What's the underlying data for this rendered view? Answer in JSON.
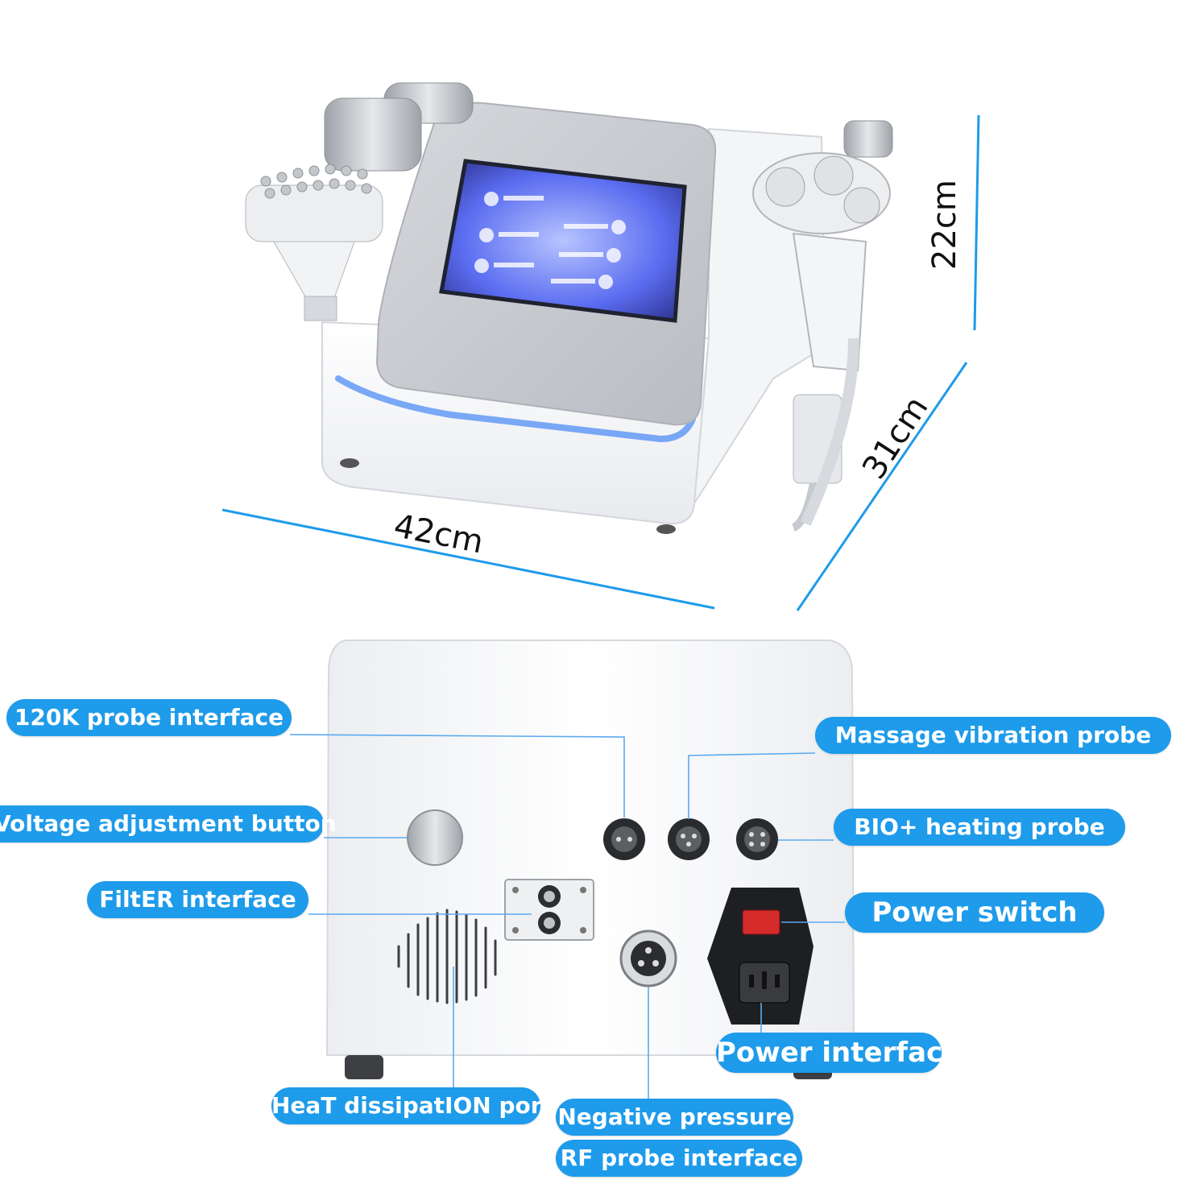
{
  "dimensions": {
    "width": "42cm",
    "depth": "31cm",
    "height": "22cm"
  },
  "callouts": {
    "probe_120k": "120K probe interface",
    "voltage_button": "Voltage adjustment button",
    "filter": "FiltER interface",
    "heat_port": "HeaT dissipatION port",
    "massage_probe": "Massage vibration probe",
    "bio_probe": "BIO+ heating probe",
    "power_switch": "Power switch",
    "power_interface": "Power interface",
    "negative_pressure": "Negative pressure",
    "rf_probe": "RF probe interface"
  },
  "colors": {
    "accent": "#1e9bea",
    "dimension_line": "#1e9bea",
    "device_body": "#f3f4f6",
    "screen_glow": "#5a6cf0"
  }
}
